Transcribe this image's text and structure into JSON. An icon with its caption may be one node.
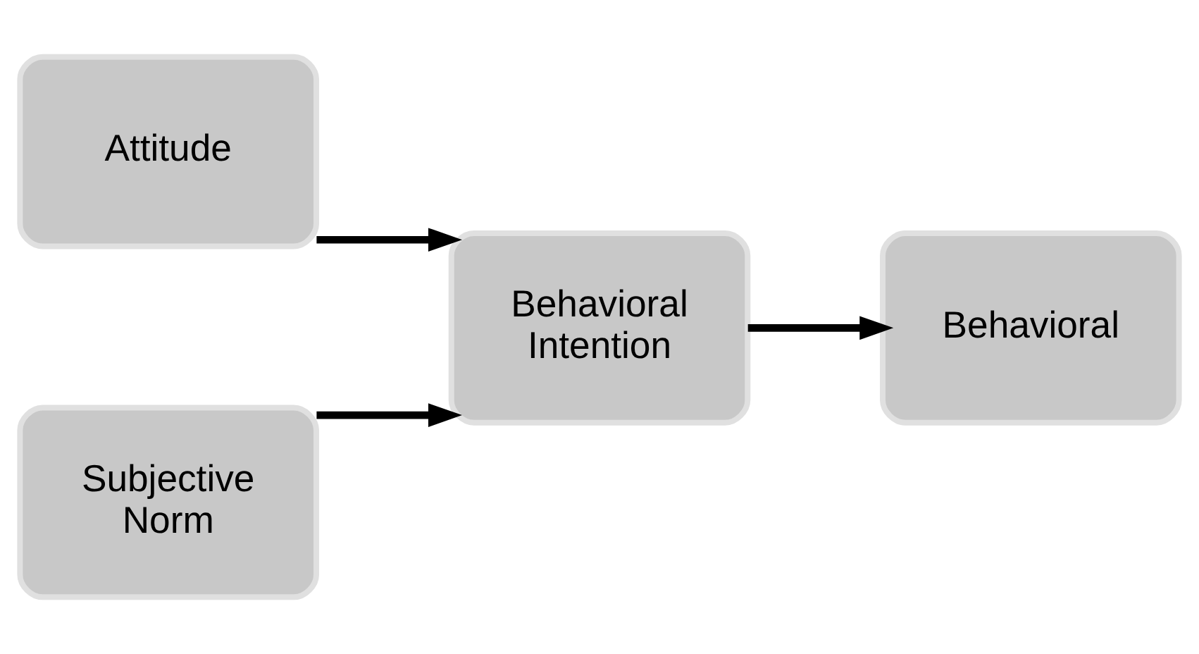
{
  "diagram": {
    "nodes": [
      {
        "text": [
          "Attitude"
        ]
      },
      {
        "text": [
          "Subjective Norm"
        ]
      },
      {
        "text": [
          "Behavioral Intention"
        ]
      },
      {
        "text": [
          "Behavioral"
        ]
      }
    ],
    "edges": [
      {
        "from": 0,
        "to": 2,
        "arrow": "to"
      },
      {
        "from": 1,
        "to": 2,
        "arrow": "to"
      },
      {
        "from": 2,
        "to": 3,
        "arrow": "to"
      }
    ]
  }
}
